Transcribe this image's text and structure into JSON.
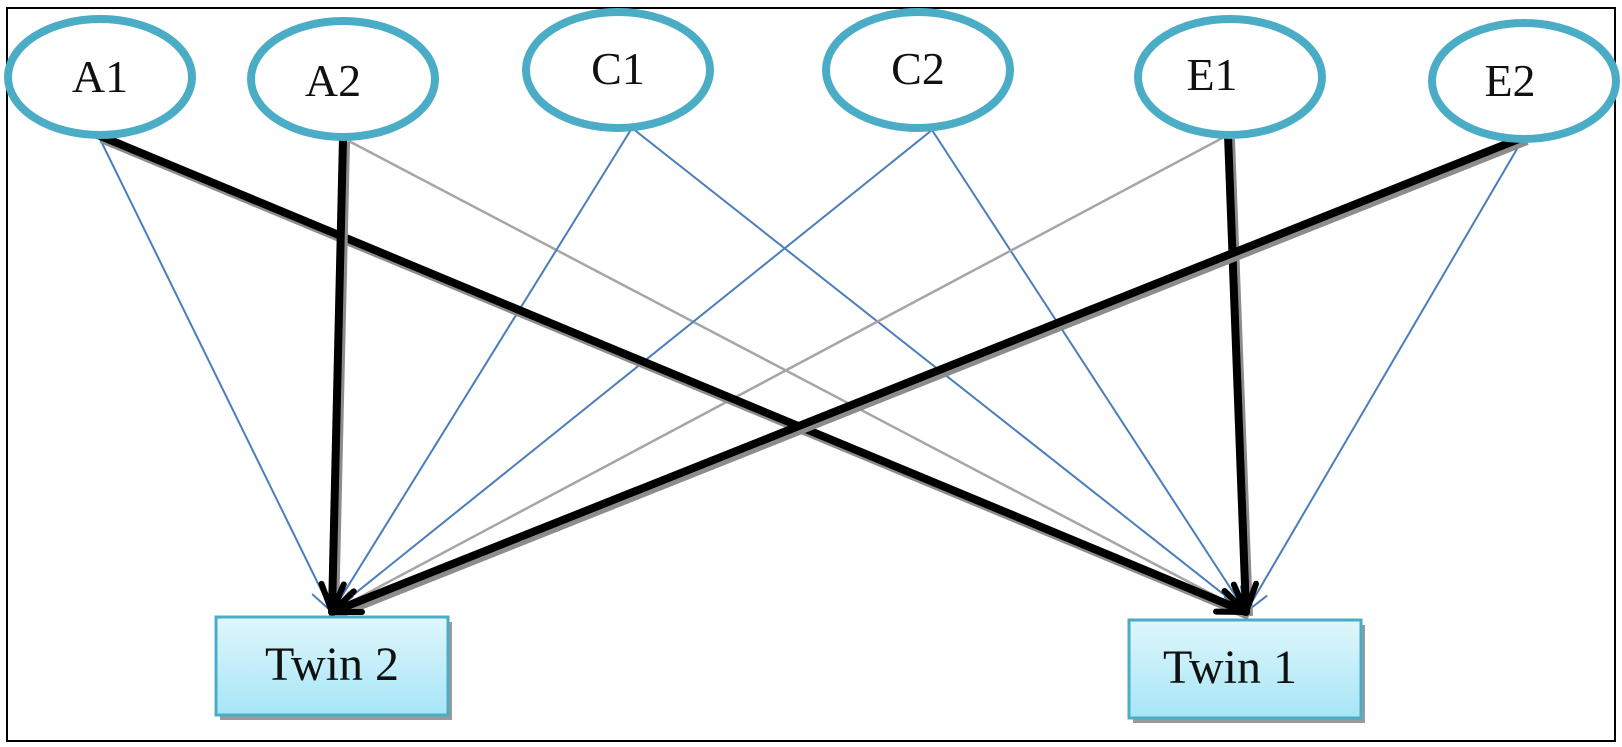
{
  "diagram": {
    "latent_factors": [
      {
        "id": "A1",
        "label": "A1"
      },
      {
        "id": "A2",
        "label": "A2"
      },
      {
        "id": "C1",
        "label": "C1"
      },
      {
        "id": "C2",
        "label": "C2"
      },
      {
        "id": "E1",
        "label": "E1"
      },
      {
        "id": "E2",
        "label": "E2"
      }
    ],
    "observed": [
      {
        "id": "twin2",
        "label": "Twin 2"
      },
      {
        "id": "twin1",
        "label": "Twin 1"
      }
    ],
    "paths": [
      {
        "from": "A1",
        "to": "twin2",
        "style": "blue"
      },
      {
        "from": "A1",
        "to": "twin1",
        "style": "bold"
      },
      {
        "from": "A2",
        "to": "twin2",
        "style": "bold"
      },
      {
        "from": "A2",
        "to": "twin1",
        "style": "gray"
      },
      {
        "from": "C1",
        "to": "twin2",
        "style": "blue"
      },
      {
        "from": "C1",
        "to": "twin1",
        "style": "blue"
      },
      {
        "from": "C2",
        "to": "twin2",
        "style": "blue"
      },
      {
        "from": "C2",
        "to": "twin1",
        "style": "blue"
      },
      {
        "from": "E1",
        "to": "twin2",
        "style": "gray"
      },
      {
        "from": "E1",
        "to": "twin1",
        "style": "bold"
      },
      {
        "from": "E2",
        "to": "twin2",
        "style": "bold"
      },
      {
        "from": "E2",
        "to": "twin1",
        "style": "blue"
      }
    ],
    "colors": {
      "ellipse_stroke": "#4bacc6",
      "box_stroke": "#4bacc6",
      "box_fill_top": "#dff6fb",
      "box_fill_bottom": "#a6e6f7",
      "blue_path": "#4a7ebb",
      "gray_path": "#a6a6a6",
      "bold_path": "#000000",
      "frame": "#000000"
    }
  }
}
